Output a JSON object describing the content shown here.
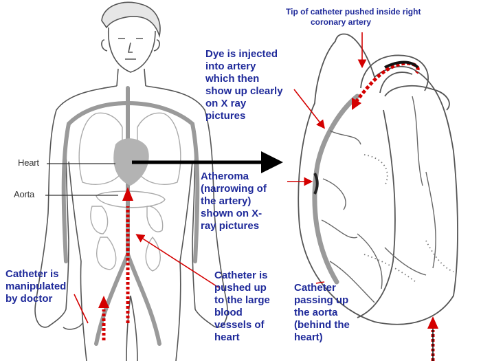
{
  "labels": {
    "heart": "Heart",
    "aorta": "Aorta",
    "tip": [
      "Tip of catheter pushed inside right",
      "coronary artery"
    ],
    "dye": [
      "Dye is injected",
      "into artery",
      "which then",
      "show up clearly",
      "on X ray",
      "pictures"
    ],
    "atheroma": [
      "Atheroma",
      "(narrowing of",
      "the artery)",
      "shown on X-",
      "ray pictures"
    ],
    "manipulated": [
      "Catheter is",
      "manipulated",
      "by doctor"
    ],
    "pushed_up": [
      "Catheter is",
      "pushed up",
      "to the large",
      "blood",
      "vessels of",
      "heart"
    ],
    "passing_up": [
      "Catheter",
      "passing up",
      "the aorta",
      "(behind the",
      "heart)"
    ]
  },
  "colors": {
    "label_text": "#1f2a9a",
    "annotation_arrow": "#d40000",
    "catheter": "#d40000",
    "outline": "#555555",
    "vessel": "#9a9a9a",
    "pointer_arrow": "#000000"
  }
}
